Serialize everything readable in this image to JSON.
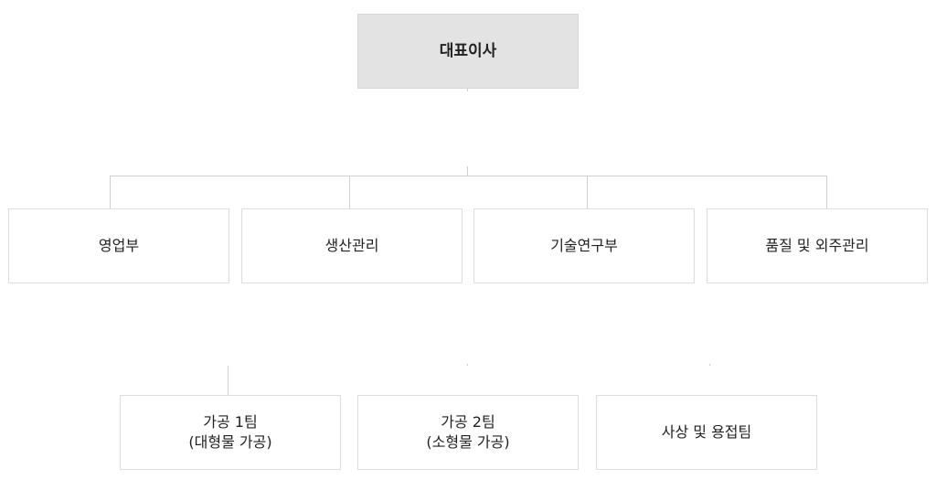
{
  "org_chart": {
    "top": {
      "label": "대표이사"
    },
    "departments": [
      {
        "label": "영업부"
      },
      {
        "label": "생산관리"
      },
      {
        "label": "기술연구부"
      },
      {
        "label": "품질 및 외주관리"
      }
    ],
    "teams": [
      {
        "line1": "가공 1팀",
        "line2": "(대형물 가공)"
      },
      {
        "line1": "가공 2팀",
        "line2": "(소형물 가공)"
      },
      {
        "line1": "사상 및 용접팀",
        "line2": ""
      }
    ]
  },
  "colors": {
    "top_box_fill": "#e3e3e3",
    "box_border": "#dddddd",
    "connector": "#cfcfcf",
    "text": "#222222"
  }
}
